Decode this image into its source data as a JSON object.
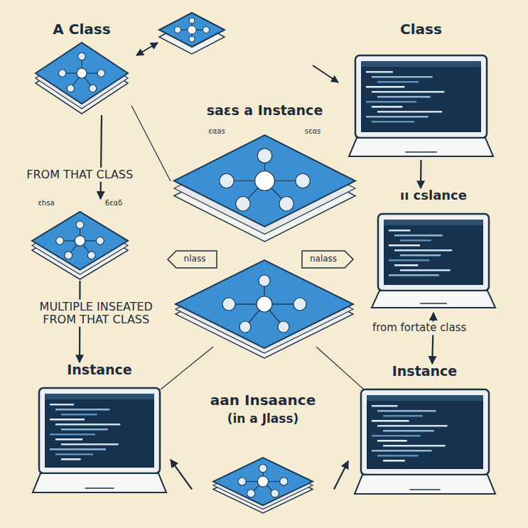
{
  "diagram": {
    "nodes": [
      {
        "text": [
          "A Class"
        ]
      },
      {
        "text": [
          "Class"
        ]
      },
      {
        "text": [
          "saεs a Instance",
          "εαas",
          "sεαs"
        ]
      },
      {
        "text": [
          "εhsa",
          "6εαδ"
        ]
      },
      {
        "text": [
          "ıı cslance"
        ]
      },
      {
        "text": [
          "Instance"
        ]
      },
      {
        "text": [
          "Instance"
        ]
      },
      {
        "text": [
          "aan Insaance",
          "(in a Jlass)"
        ]
      }
    ],
    "edges": [
      {
        "from": 0,
        "to": 3,
        "arrow": "to",
        "label": "FROM THAT CLASS"
      },
      {
        "from": 1,
        "to": 4,
        "arrow": "to"
      },
      {
        "from": 3,
        "to": 5,
        "arrow": "to",
        "label": "MULTIPLE INSEATED FROM THAT CLASS"
      },
      {
        "from": 4,
        "to": 6,
        "arrow": "both",
        "label": "from fortate class"
      },
      {
        "from": 7,
        "to": 5,
        "arrow": "to"
      },
      {
        "from": 7,
        "to": 6,
        "arrow": "to"
      },
      {
        "from": 2,
        "to": 0,
        "arrow": "none"
      }
    ],
    "labels": [
      "nlass",
      "nalass"
    ]
  }
}
